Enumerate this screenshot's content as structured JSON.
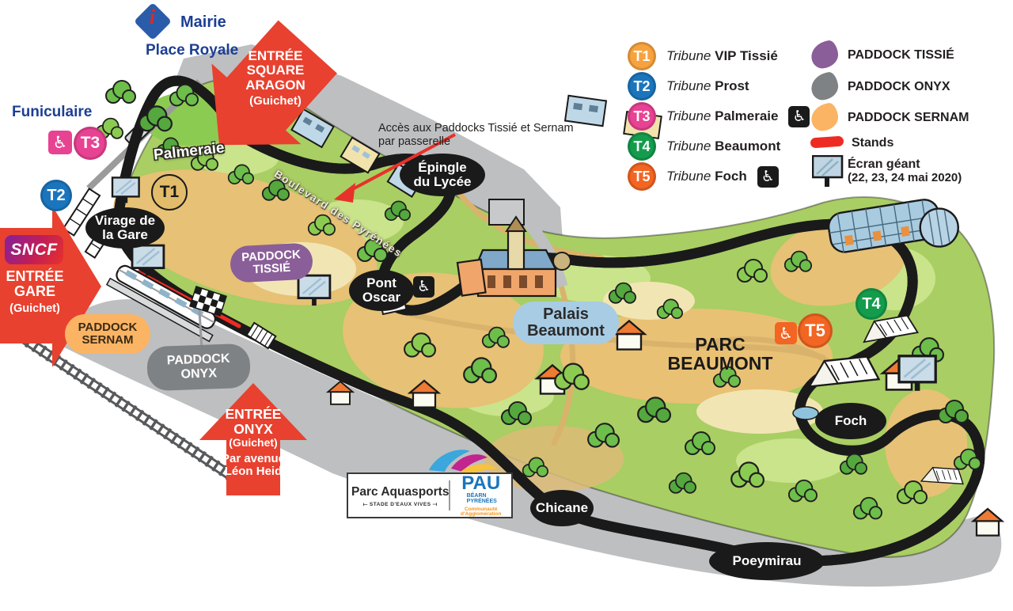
{
  "colors": {
    "arrow_red": "#E8412F",
    "stands_red": "#EE2B23",
    "t1": "#F7A23E",
    "t1_map": "#E2BC6A",
    "t2": "#1B75BC",
    "t3": "#E84293",
    "t4": "#139C4C",
    "t5": "#F26522",
    "paddock_tissie": "#8A5E98",
    "paddock_onyx": "#7F8284",
    "paddock_sernam": "#FBB464",
    "label_dark": "#1A1A1A",
    "palais_blue": "#A8CCE4"
  },
  "top": {
    "mairie": "Mairie",
    "mairie_icon": "i",
    "place_royale": "Place Royale",
    "funiculaire": "Funiculaire"
  },
  "entrances": {
    "aragon": {
      "l1": "ENTRÉE",
      "l2": "SQUARE",
      "l3": "ARAGON",
      "sub": "(Guichet)"
    },
    "gare": {
      "logo": "SNCF",
      "l1": "ENTRÉE",
      "l2": "GARE",
      "sub": "(Guichet)"
    },
    "onyx": {
      "l1": "ENTRÉE",
      "l2": "ONYX",
      "sub": "(Guichet)",
      "via1": "Par avenue",
      "via2": "Léon Heid"
    }
  },
  "notes": {
    "passerelle1": "Accès aux Paddocks Tissié et Sernam",
    "passerelle2": "par passerelle",
    "boulevard": "Boulevard des Pyrénées",
    "palmeraie": "Palmeraie"
  },
  "corners": {
    "virage1": "Virage de",
    "virage2": "la Gare",
    "epingle1": "Épingle",
    "epingle2": "du Lycée",
    "pont1": "Pont",
    "pont2": "Oscar",
    "foch": "Foch",
    "chicane": "Chicane",
    "poeymirau": "Poeymirau"
  },
  "areas": {
    "parc1": "PARC",
    "parc2": "BEAUMONT",
    "palais1": "Palais",
    "palais2": "Beaumont",
    "tissie1": "PADDOCK",
    "tissie2": "TISSIÉ",
    "onyx1": "PADDOCK",
    "onyx2": "ONYX",
    "sernam1": "PADDOCK",
    "sernam2": "SERNAM"
  },
  "badges": {
    "t1": "T1",
    "t2": "T2",
    "t3": "T3",
    "t4": "T4",
    "t5": "T5"
  },
  "accessibility_symbol": "♿",
  "legend": {
    "tribunes": [
      {
        "id": "T1",
        "prefix": "Tribune",
        "name": "VIP Tissié"
      },
      {
        "id": "T2",
        "prefix": "Tribune",
        "name": "Prost"
      },
      {
        "id": "T3",
        "prefix": "Tribune",
        "name": "Palmeraie"
      },
      {
        "id": "T4",
        "prefix": "Tribune",
        "name": "Beaumont"
      },
      {
        "id": "T5",
        "prefix": "Tribune",
        "name": "Foch"
      }
    ],
    "paddocks": [
      "PADDOCK TISSIÉ",
      "PADDOCK ONYX",
      "PADDOCK SERNAM"
    ],
    "stands": "Stands",
    "ecran1": "Écran géant",
    "ecran2": "(22, 23, 24 mai 2020)"
  },
  "logo": {
    "name": "Parc Aquasports",
    "tagline": "STADE D'EAUX VIVES",
    "city": "PAU",
    "region1": "BÉARN",
    "region2": "PYRÉNÉES",
    "org": "Communauté d'Agglomération"
  }
}
